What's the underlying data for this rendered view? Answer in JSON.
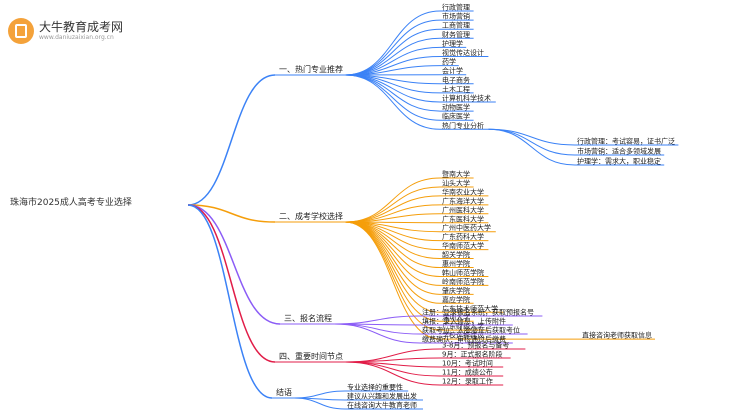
{
  "brand": {
    "name": "大牛教育成考网",
    "url": "www.daniuzaixian.org.cn"
  },
  "root": "珠海市2025成人高考专业选择",
  "branches": [
    {
      "label": "一、热门专业推荐",
      "color": "#3b82f6",
      "children": [
        {
          "label": "行政管理"
        },
        {
          "label": "市场营销"
        },
        {
          "label": "工商管理"
        },
        {
          "label": "财务管理"
        },
        {
          "label": "护理学"
        },
        {
          "label": "视觉传达设计"
        },
        {
          "label": "药学"
        },
        {
          "label": "会计学"
        },
        {
          "label": "电子商务"
        },
        {
          "label": "土木工程"
        },
        {
          "label": "计算机科学技术"
        },
        {
          "label": "动物医学"
        },
        {
          "label": "临床医学"
        },
        {
          "label": "热门专业分析",
          "children": [
            {
              "label": "行政管理：考试容易，证书广泛"
            },
            {
              "label": "市场营销：适合多领域发展"
            },
            {
              "label": "护理学：需求大，职业稳定"
            }
          ]
        }
      ]
    },
    {
      "label": "二、成考学校选择",
      "color": "#f59e0b",
      "children": [
        {
          "label": "暨南大学"
        },
        {
          "label": "汕头大学"
        },
        {
          "label": "华南农业大学"
        },
        {
          "label": "广东海洋大学"
        },
        {
          "label": "广州医科大学"
        },
        {
          "label": "广东医科大学"
        },
        {
          "label": "广州中医药大学"
        },
        {
          "label": "广东药科大学"
        },
        {
          "label": "华南师范大学"
        },
        {
          "label": "韶关学院"
        },
        {
          "label": "惠州学院"
        },
        {
          "label": "韩山师范学院"
        },
        {
          "label": "岭南师范学院"
        },
        {
          "label": "肇庆学院"
        },
        {
          "label": "嘉应学院"
        },
        {
          "label": "广东技术师范大学"
        },
        {
          "label": "深圳大学"
        },
        {
          "label": "广东财经大学"
        },
        {
          "label": "学校选择建议",
          "children": [
            {
              "label": "直接咨询老师获取信息"
            }
          ]
        }
      ]
    },
    {
      "label": "三、报名流程",
      "color": "#8b5cf6",
      "children": [
        {
          "label": "注册：登录报名系统，获取预报名号"
        },
        {
          "label": "填报：录入信息，上传附件"
        },
        {
          "label": "获取考位：人脸验证后获取考位"
        },
        {
          "label": "缴费确认：审核通过后缴费"
        }
      ]
    },
    {
      "label": "四、重要时间节点",
      "color": "#e11d48",
      "children": [
        {
          "label": "3-8月：预报名与备考"
        },
        {
          "label": "9月：正式报名阶段"
        },
        {
          "label": "10月：考试时间"
        },
        {
          "label": "11月：成绩公布"
        },
        {
          "label": "12月：录取工作"
        }
      ]
    },
    {
      "label": "结语",
      "color": "#3b82f6",
      "children": [
        {
          "label": "专业选择的重要性"
        },
        {
          "label": "建议从兴趣和发展出发"
        },
        {
          "label": "在线咨询大牛教育老师"
        }
      ]
    }
  ]
}
